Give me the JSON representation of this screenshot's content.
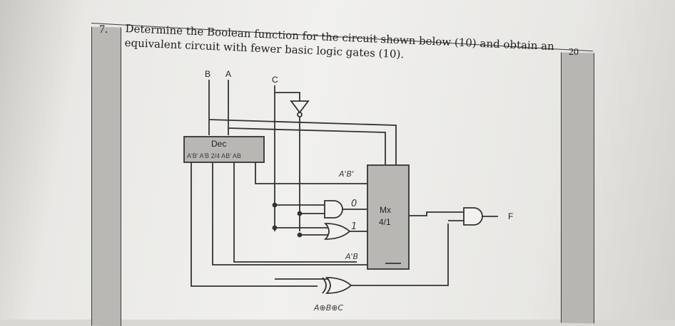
{
  "question": {
    "number": "7.",
    "text": "Determine the Boolean function for the circuit shown below (10) and obtain an equivalent circuit with fewer basic logic gates (10).",
    "marks": "20"
  },
  "circuit": {
    "inputs": {
      "b": "B",
      "a": "A",
      "c": "C"
    },
    "decoder": {
      "label": "Dec",
      "outputs_note": "A'B' A'B 2/4 AB' AB"
    },
    "mux": {
      "label": "Mx",
      "sublabel": "4/1"
    },
    "output": "F",
    "notes": {
      "i0": "A'B'",
      "i1": "0",
      "i2": "1",
      "i3": "A'B",
      "xor": "A⊕B⊕C"
    }
  }
}
